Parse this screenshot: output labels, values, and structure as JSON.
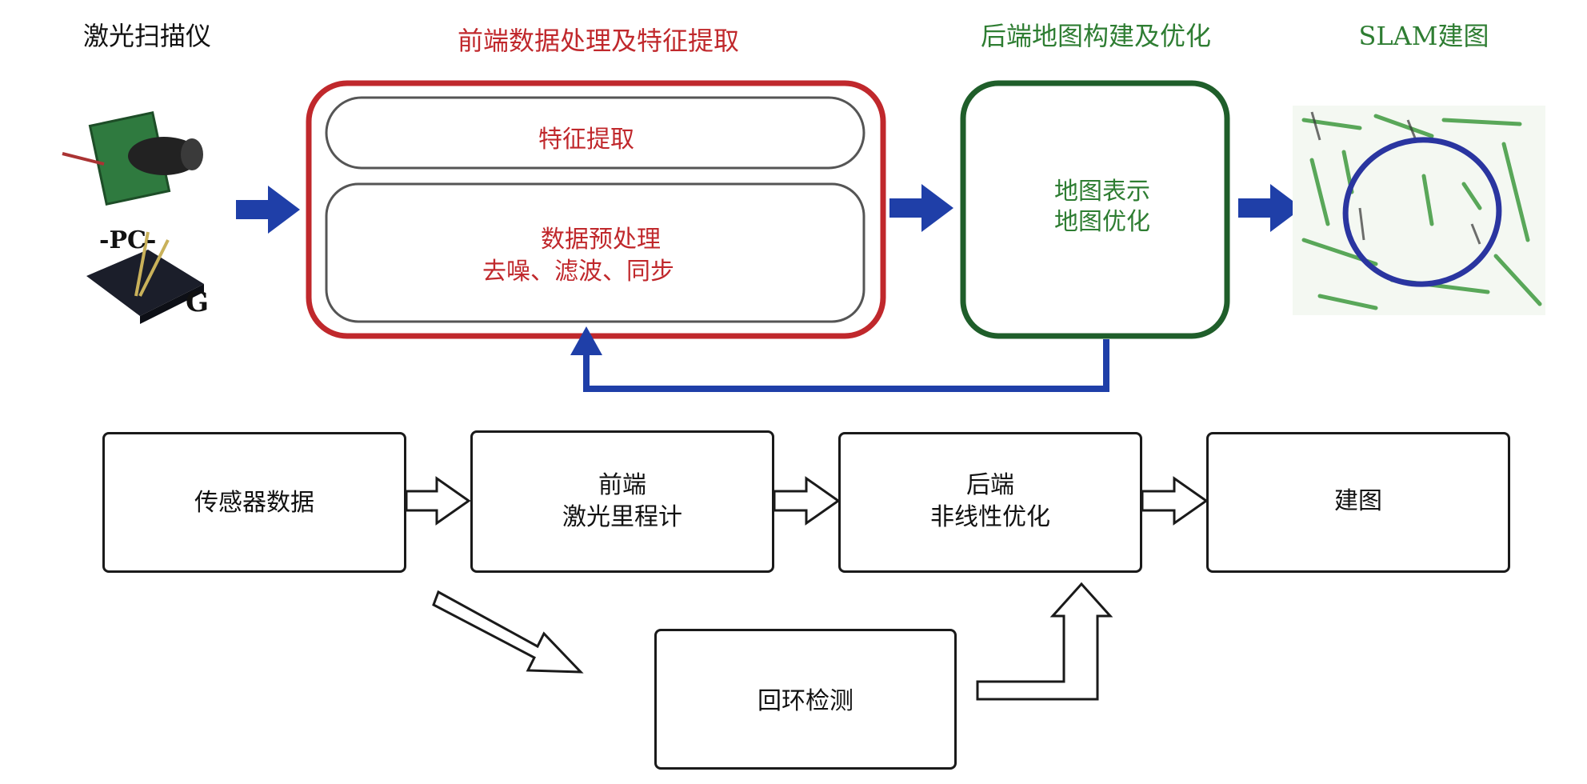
{
  "top": {
    "headers": {
      "scanner": "激光扫描仪",
      "frontend": "前端数据处理及特征提取",
      "backend": "后端地图构建及优化",
      "slam": "SLAM建图"
    },
    "frontend_box": {
      "feature": "特征提取",
      "preprocess_line1": "数据预处理",
      "preprocess_line2": "去噪、滤波、同步"
    },
    "backend_box": {
      "line1": "地图表示",
      "line2": "地图优化"
    },
    "sensor_labels": {
      "pc": "-PC-",
      "g": "G"
    }
  },
  "bottom": {
    "sensor": "传感器数据",
    "frontend_line1": "前端",
    "frontend_line2": "激光里程计",
    "backend_line1": "后端",
    "backend_line2": "非线性优化",
    "mapping": "建图",
    "loop": "回环检测"
  },
  "colors": {
    "red": "#c0282c",
    "green": "#1f5e2a",
    "blue": "#1f3fa8"
  }
}
